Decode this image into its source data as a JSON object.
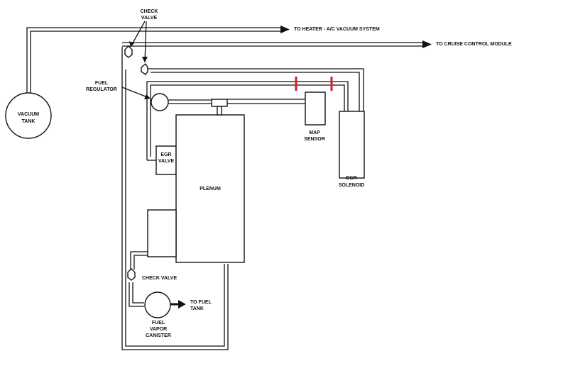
{
  "labels": {
    "check_valve_top_1": "CHECK",
    "check_valve_top_2": "VALVE",
    "to_heater": "TO HEATER - A/C VACUUM SYSTEM",
    "to_cruise": "TO CRUISE CONTROL MODULE",
    "fuel_regulator_1": "FUEL",
    "fuel_regulator_2": "REGULATOR",
    "vacuum_tank_1": "VACUUM",
    "vacuum_tank_2": "TANK",
    "map_sensor_1": "MAP",
    "map_sensor_2": "SENSOR",
    "egr_solenoid_1": "EGR",
    "egr_solenoid_2": "SOLENOID",
    "egr_valve_1": "EGR",
    "egr_valve_2": "VALVE",
    "plenum": "PLENUM",
    "check_valve_bottom": "CHECK VALVE",
    "to_fuel_tank_1": "TO FUEL",
    "to_fuel_tank_2": "TANK",
    "canister_1": "FUEL",
    "canister_2": "VAPOR",
    "canister_3": "CANISTER"
  },
  "colors": {
    "line": "#111111",
    "marker": "#cc2222",
    "background": "#ffffff"
  }
}
